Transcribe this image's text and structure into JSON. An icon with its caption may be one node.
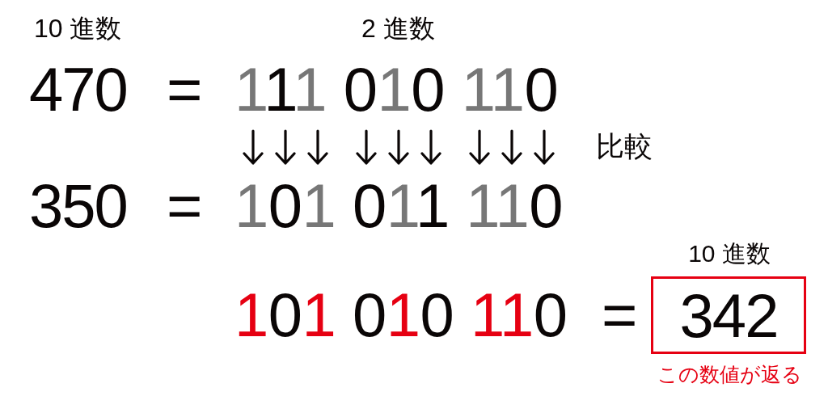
{
  "diagram": {
    "nodes": [
      {
        "text": [
          "342"
        ],
        "beside": [
          "10 進数",
          "この数値が返る"
        ]
      }
    ],
    "labels": [
      "10 進数",
      "2 進数",
      "470",
      "=",
      "111 010 110",
      "比較",
      "350",
      "=",
      "101 011 110",
      "101 010 110",
      "="
    ]
  }
}
